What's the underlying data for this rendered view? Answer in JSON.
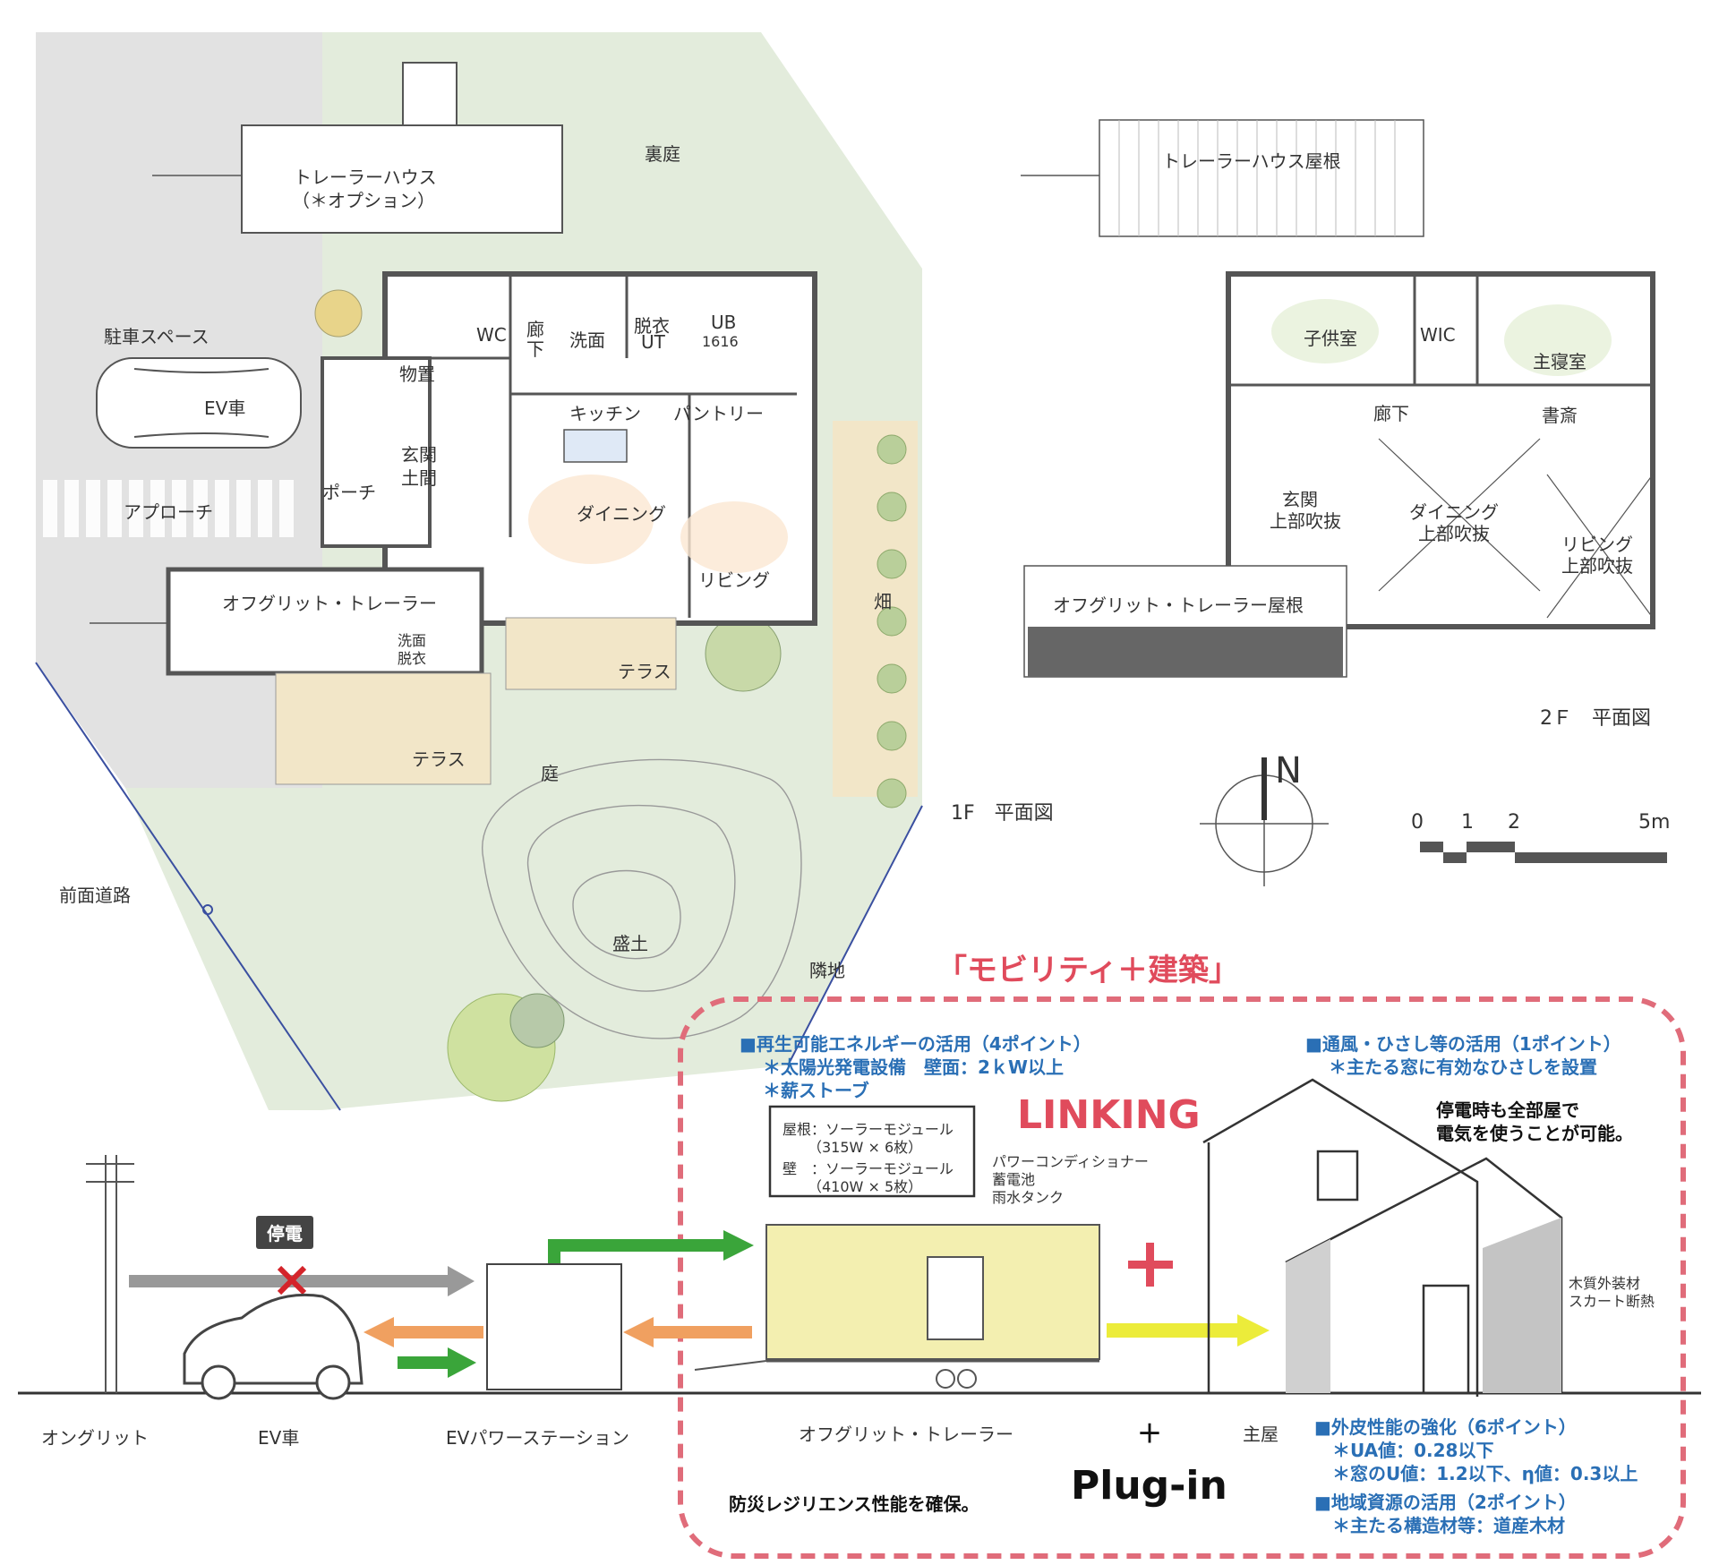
{
  "plan1f": {
    "trailer_house": "トレーラーハウス",
    "trailer_house_option": "（＊オプション）",
    "backyard": "裏庭",
    "parking": "駐車スペース",
    "ev_car": "EV車",
    "approach": "アプローチ",
    "wc": "WC",
    "corridor": "廊",
    "corridor2": "下",
    "washroom": "洗面",
    "dressing": "脱衣",
    "ut": "UT",
    "ub": "UB",
    "ub_size": "1616",
    "storage": "物置",
    "kitchen": "キッチン",
    "pantry": "パントリー",
    "entrance": "玄関",
    "doma": "土間",
    "porch": "ポーチ",
    "dining": "ダイニング",
    "living": "リビング",
    "offgrid_trailer": "オフグリット・トレーラー",
    "wash_dress1": "洗面",
    "wash_dress2": "脱衣",
    "terrace": "テラス",
    "terrace2": "テラス",
    "field": "畑",
    "garden": "庭",
    "mound": "盛土",
    "front_road": "前面道路",
    "neighbor": "隣地",
    "caption": "1F　平面図"
  },
  "plan2f": {
    "trailer_roof": "トレーラーハウス屋根",
    "kids_room": "子供室",
    "wic": "WIC",
    "master": "主寝室",
    "corridor": "廊下",
    "study": "書斎",
    "entrance_void1": "玄関",
    "entrance_void2": "上部吹抜",
    "dining_void1": "ダイニング",
    "dining_void2": "上部吹抜",
    "living_void1": "リビング",
    "living_void2": "上部吹抜",
    "offgrid_roof": "オフグリット・トレーラー屋根",
    "caption": "2Ｆ　平面図"
  },
  "compass": {
    "north": "N"
  },
  "scale": {
    "t0": "0",
    "t1": "1",
    "t2": "2",
    "t5": "5m"
  },
  "concept": {
    "title": "「モビリティ＋建築」",
    "renewable_head": "■再生可能エネルギーの活用（4ポイント）",
    "renewable_1": "＊太陽光発電設備　壁面：2ｋW以上",
    "renewable_2": "＊薪ストーブ",
    "roof_solar": "屋根：ソーラーモジュール",
    "roof_solar_spec": "（315W × 6枚）",
    "wall_solar": "壁　：ソーラーモジュール",
    "wall_solar_spec": "（410W × 5枚）",
    "linking": "LINKING",
    "power_conditioner": "パワーコンディショナー",
    "battery": "蓄電池",
    "rain_tank": "雨水タンク",
    "ventilation_head": "■通風・ひさし等の活用（1ポイント）",
    "ventilation_1": "＊主たる窓に有効なひさしを設置",
    "outage_note_1": "停電時も全部屋で",
    "outage_note_2": "電気を使うことが可能。",
    "wood_cladding": "木質外装材",
    "skirt_insulation": "スカート断熱",
    "outage": "停電",
    "on_grid": "オングリット",
    "ev_car": "EV車",
    "ev_station": "EVパワーステーション",
    "offgrid_trailer": "オフグリット・トレーラー",
    "plus": "＋",
    "main_house": "主屋",
    "plus_big": "+",
    "envelope_head": "■外皮性能の強化（6ポイント）",
    "envelope_1": "＊UA値：0.28以下",
    "envelope_2": "＊窓のU値：1.2以下、η値：0.3以上",
    "plugin": "Plug-in",
    "resilience": "防災レジリエンス性能を確保。",
    "local_head": "■地域資源の活用（2ポイント）",
    "local_1": "＊主たる構造材等：道産木材"
  },
  "colors": {
    "site_green": "#e3ecdc",
    "road_gray": "#e2e2e2",
    "wall": "#555555",
    "deck": "#f2e6c8",
    "accent_red": "#e04b5c",
    "accent_blue": "#2a6fb5",
    "arrow_green": "#3aa53a",
    "arrow_orange": "#f0a060",
    "arrow_gray": "#999999",
    "arrow_yellow": "#ecec3a",
    "solar_yellow": "#f3efb0"
  }
}
